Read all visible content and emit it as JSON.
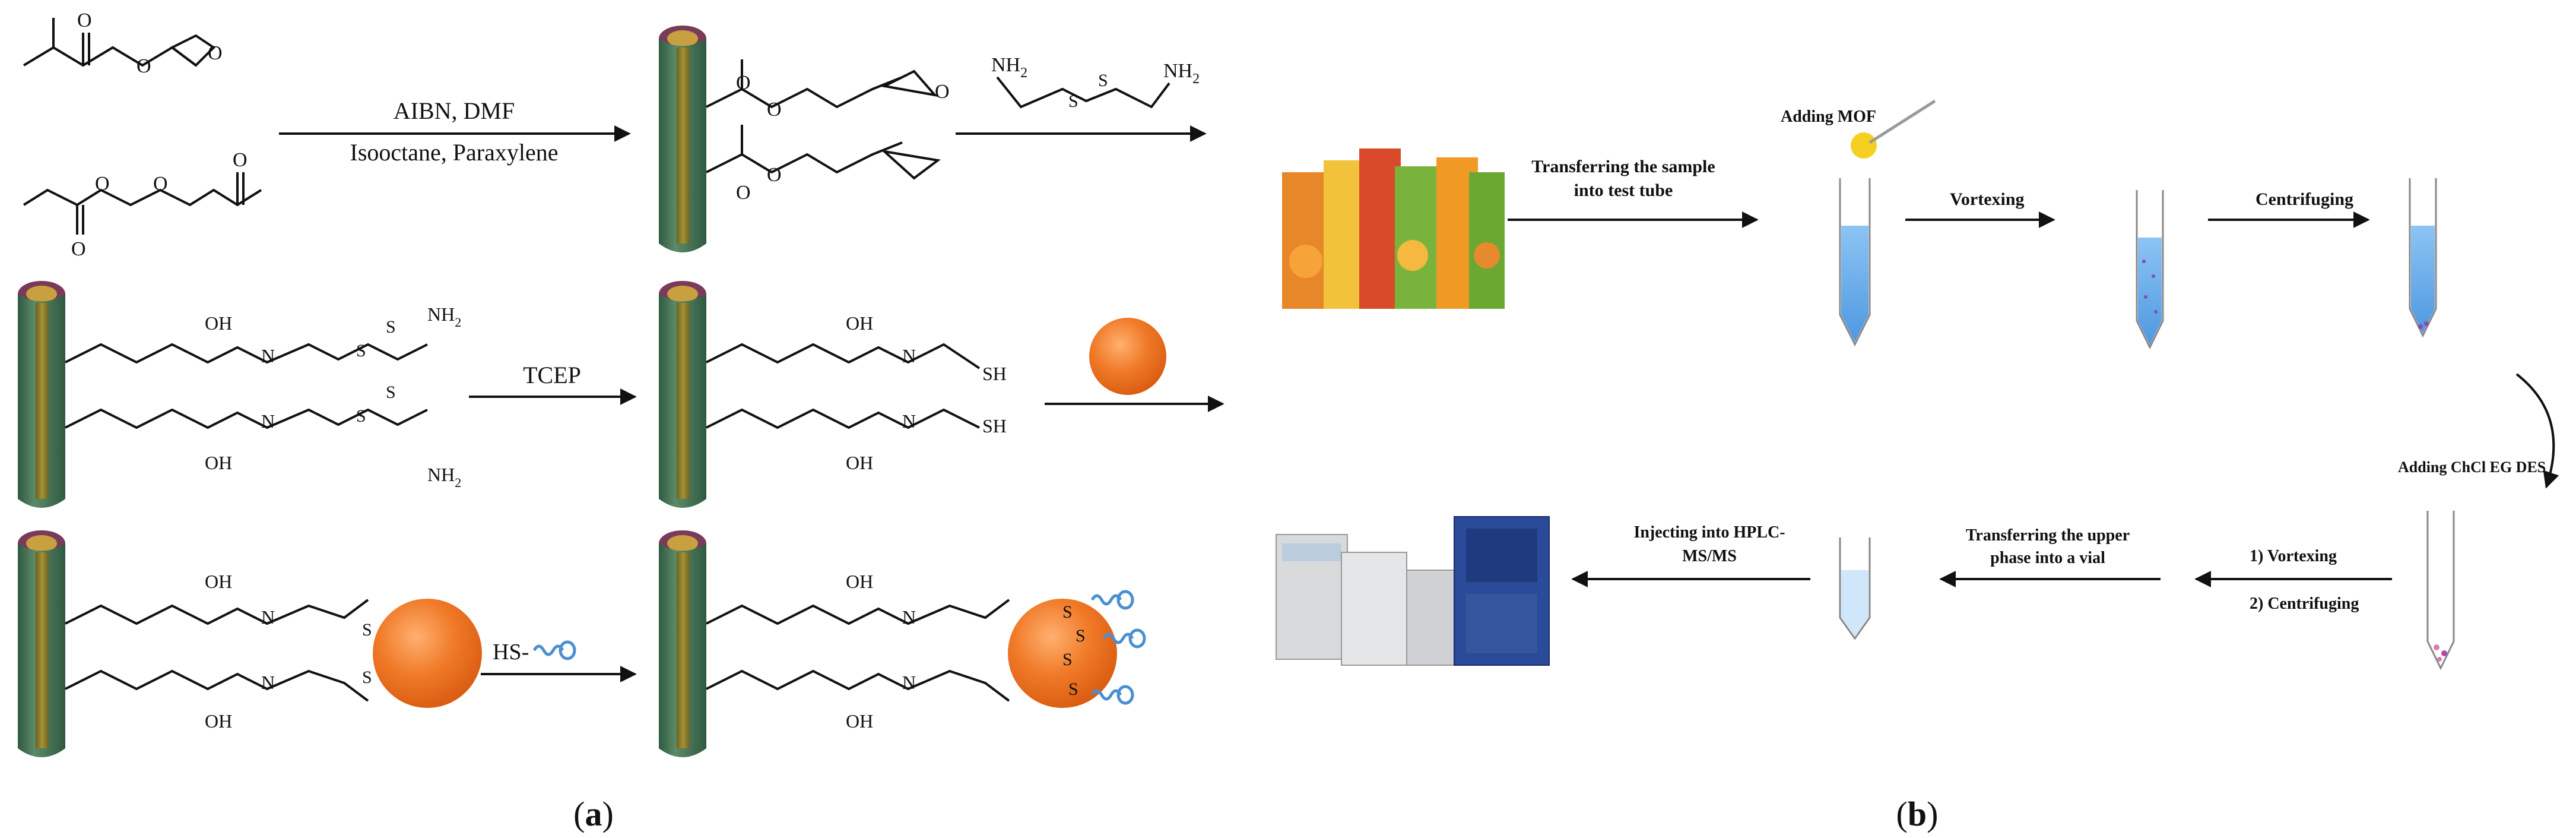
{
  "panel_a": {
    "caption": "(a)",
    "step1": {
      "reagents_line1": "AIBN, DMF",
      "reagents_line2": "Isooctane, Paraxylene"
    },
    "o_label": "O",
    "oh_label": "OH",
    "h_label": "H",
    "n_label": "N",
    "s_label": "S",
    "sh_label": "SH",
    "nh2_label": "NH",
    "nh2_sub": "2",
    "tcep_label": "TCEP",
    "thiol_aptamer_label": "HS-"
  },
  "panel_b": {
    "caption": "(b)",
    "step_transfer_sample_line1": "Transferring the sample",
    "step_transfer_sample_line2": "into test tube",
    "step_adding_mof": "Adding MOF",
    "step_vortexing": "Vortexing",
    "step_centrifuging": "Centrifuging",
    "step_adding_des": "Adding ChCl  EG DES",
    "step_vortex2": "1) Vortexing",
    "step_centrifuge2": "2) Centrifuging",
    "step_transfer_upper_line1": "Transferring the upper",
    "step_transfer_upper_line2": "phase into a vial",
    "step_inject_line1": "Injecting into HPLC-",
    "step_inject_line2": "MS/MS"
  },
  "colors": {
    "fiber_outer": "#3f6a50",
    "fiber_inner": "#8a7a2a",
    "particle": "#f08030",
    "aptamer": "#4a8fd0",
    "tube_liquid": "#6fb2ee"
  }
}
